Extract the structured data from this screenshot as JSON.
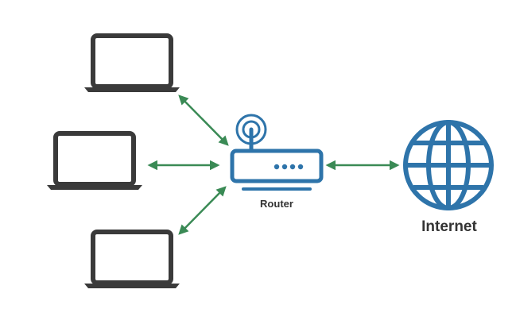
{
  "diagram": {
    "router_label": "Router",
    "internet_label": "Internet"
  },
  "icons": {
    "laptops": [
      "laptop-icon",
      "laptop-icon",
      "laptop-icon"
    ],
    "router": "router-icon",
    "internet": "globe-icon",
    "connections": [
      "bidirectional-arrow",
      "bidirectional-arrow",
      "bidirectional-arrow",
      "bidirectional-arrow"
    ]
  },
  "colors": {
    "laptop": "#3a3a3a",
    "router": "#2e74aa",
    "globe": "#2e74aa",
    "arrow": "#3a8a55",
    "text": "#333333"
  }
}
